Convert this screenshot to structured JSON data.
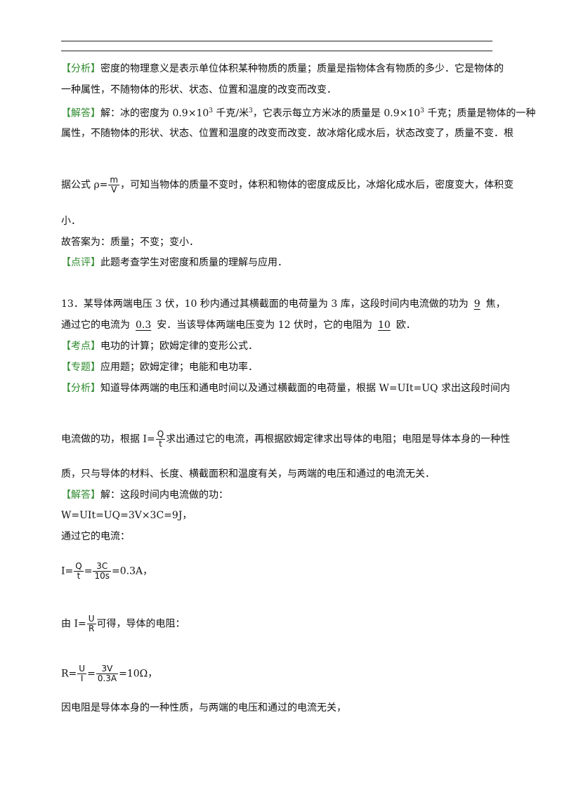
{
  "q12": {
    "fenxi_tag": "【分析】",
    "fenxi_l1": "密度的物理意义是表示单位体积某种物质的质量；质量是指物体含有物质的多少．它是物体的",
    "fenxi_l2": "一种属性，不随物体的形状、状态、位置和温度的改变而改变．",
    "jieda_tag": "【解答】",
    "jieda_l1_a": "解：冰的密度为 0.9×10",
    "jieda_l1_b": " 千克/米",
    "jieda_l1_c": "，它表示每立方米冰的质量是 0.9×10",
    "jieda_l1_d": " 千克；质量是物体的一种",
    "sup3": "3",
    "jieda_l2": "属性，不随物体的形状、状态、位置和温度的改变而改变．故冰熔化成水后，状态改变了，质量不变．根",
    "jieda_l3_a": "据公式 ρ=",
    "rho_num": "m",
    "rho_den": "V",
    "jieda_l3_b": "，可知当物体的质量不变时，体积和物体的密度成反比，冰熔化成水后，密度变大，体积变",
    "jieda_l4": "小．",
    "answer": "故答案为：质量；不变；变小．",
    "dianping_tag": "【点评】",
    "dianping": "此题考查学生对密度和质量的理解与应用．"
  },
  "q13": {
    "stem_l1_a": "13．某导体两端电压 3 伏，10 秒内通过其横截面的电荷量为 3 库，这段时间内电流做的功为",
    "blank1": "9",
    "stem_l1_b": "焦，",
    "stem_l2_a": "通过它的电流为",
    "blank2": "0.3",
    "stem_l2_b": "安．当该导体两端电压变为 12 伏时，它的电阻为",
    "blank3": "10",
    "stem_l2_c": "欧．",
    "kaodian_tag": "【考点】",
    "kaodian": "电功的计算；欧姆定律的变形公式．",
    "zhuanti_tag": "【专题】",
    "zhuanti": "应用题；欧姆定律；电能和电功率．",
    "fenxi_tag": "【分析】",
    "fenxi_l1": "知道导体两端的电压和通电时间以及通过横截面的电荷量，根据 W=UIt=UQ 求出这段时间内",
    "fenxi_l2_a": "电流做的功，根据 I=",
    "i_num": "Q",
    "i_den": "t",
    "fenxi_l2_b": "求出通过它的电流，再根据欧姆定律求出导体的电阻；电阻是导体本身的一种性",
    "fenxi_l3": "质，只与导体的材料、长度、横截面积和温度有关，与两端的电压和通过的电流无关．",
    "jieda_tag": "【解答】",
    "jieda_l1": "解：这段时间内电流做的功：",
    "w_eq": "W=UIt=UQ=3V×3C=9J，",
    "current_intro": "通过它的电流：",
    "i_prefix": "I=",
    "f1_num": "Q",
    "f1_den": "t",
    "eq_sign": "=",
    "f2_num": "3C",
    "f2_den": "10s",
    "i_result": "=0.3A，",
    "by_a": "由 I=",
    "u_num": "U",
    "r_den": "R",
    "by_b": "可得，导体的电阻：",
    "r_prefix": "R=",
    "g1_num": "U",
    "g1_den": "I",
    "g2_num": "3V",
    "g2_den": "0.3A",
    "r_result": "=10Ω，",
    "last": "因电阻是导体本身的一种性质，与两端的电压和通过的电流无关，"
  }
}
